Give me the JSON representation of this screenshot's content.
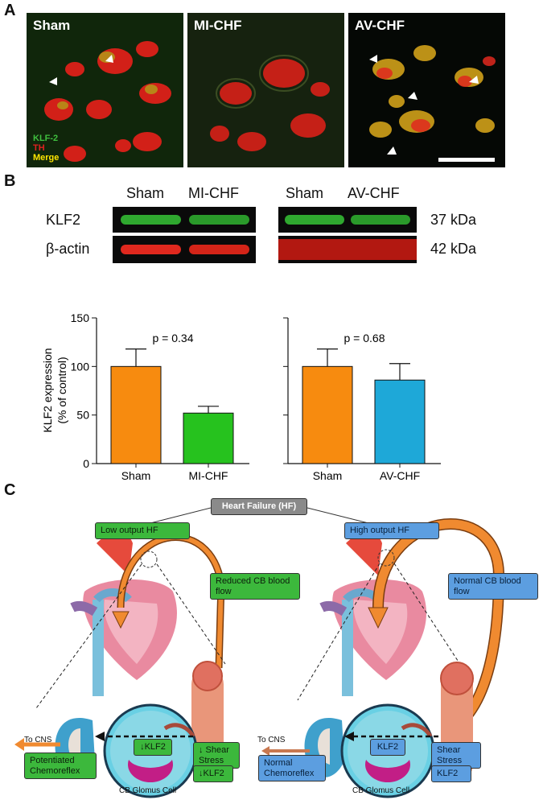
{
  "panels": {
    "a": "A",
    "b": "B",
    "c": "C"
  },
  "micrographs": [
    {
      "label": "Sham"
    },
    {
      "label": "MI-CHF"
    },
    {
      "label": "AV-CHF"
    }
  ],
  "stain_legend": {
    "klf2": {
      "text": "KLF-2",
      "color": "#3fbf3f"
    },
    "th": {
      "text": "TH",
      "color": "#e02020"
    },
    "merge": {
      "text": "Merge",
      "color": "#ffe600"
    }
  },
  "blot": {
    "left_headers": [
      "Sham",
      "MI-CHF"
    ],
    "right_headers": [
      "Sham",
      "AV-CHF"
    ],
    "rows": [
      {
        "label": "KLF2",
        "kda": "37 kDa",
        "color": "#2fa82f"
      },
      {
        "label": "β-actin",
        "kda": "42 kDa",
        "color": "#e0281e"
      }
    ]
  },
  "chart_data": [
    {
      "type": "bar",
      "categories": [
        "Sham",
        "MI-CHF"
      ],
      "values": [
        100,
        52
      ],
      "errors": [
        18,
        7
      ],
      "colors": [
        "#f78b0f",
        "#26c21e"
      ],
      "annotation": "p = 0.34",
      "ylabel": "KLF2 expression",
      "ylabel2": "(% of control)",
      "ylim": [
        0,
        150
      ],
      "yticks": [
        "0",
        "50",
        "100",
        "150"
      ]
    },
    {
      "type": "bar",
      "categories": [
        "Sham",
        "AV-CHF"
      ],
      "values": [
        100,
        86
      ],
      "errors": [
        18,
        17
      ],
      "colors": [
        "#f78b0f",
        "#1ea8d8"
      ],
      "annotation": "p = 0.68",
      "ylim": [
        0,
        150
      ]
    }
  ],
  "diagram": {
    "root": "Heart Failure (HF)",
    "left": {
      "type": "Low output HF",
      "flow": "Reduced CB blood flow",
      "to_cns": "To CNS",
      "outcome": "Potentiated Chemoreflex",
      "nucleus": "↓KLF2",
      "shear": "↓ Shear Stress",
      "vessel_klf2": "↓KLF2",
      "cell": "CB Glomus Cell"
    },
    "right": {
      "type": "High output HF",
      "flow": "Normal CB blood flow",
      "to_cns": "To CNS",
      "outcome": "Normal Chemoreflex",
      "nucleus": "KLF2",
      "shear": "Shear Stress",
      "vessel_klf2": "KLF2",
      "cell": "CB Glomus Cell"
    }
  }
}
